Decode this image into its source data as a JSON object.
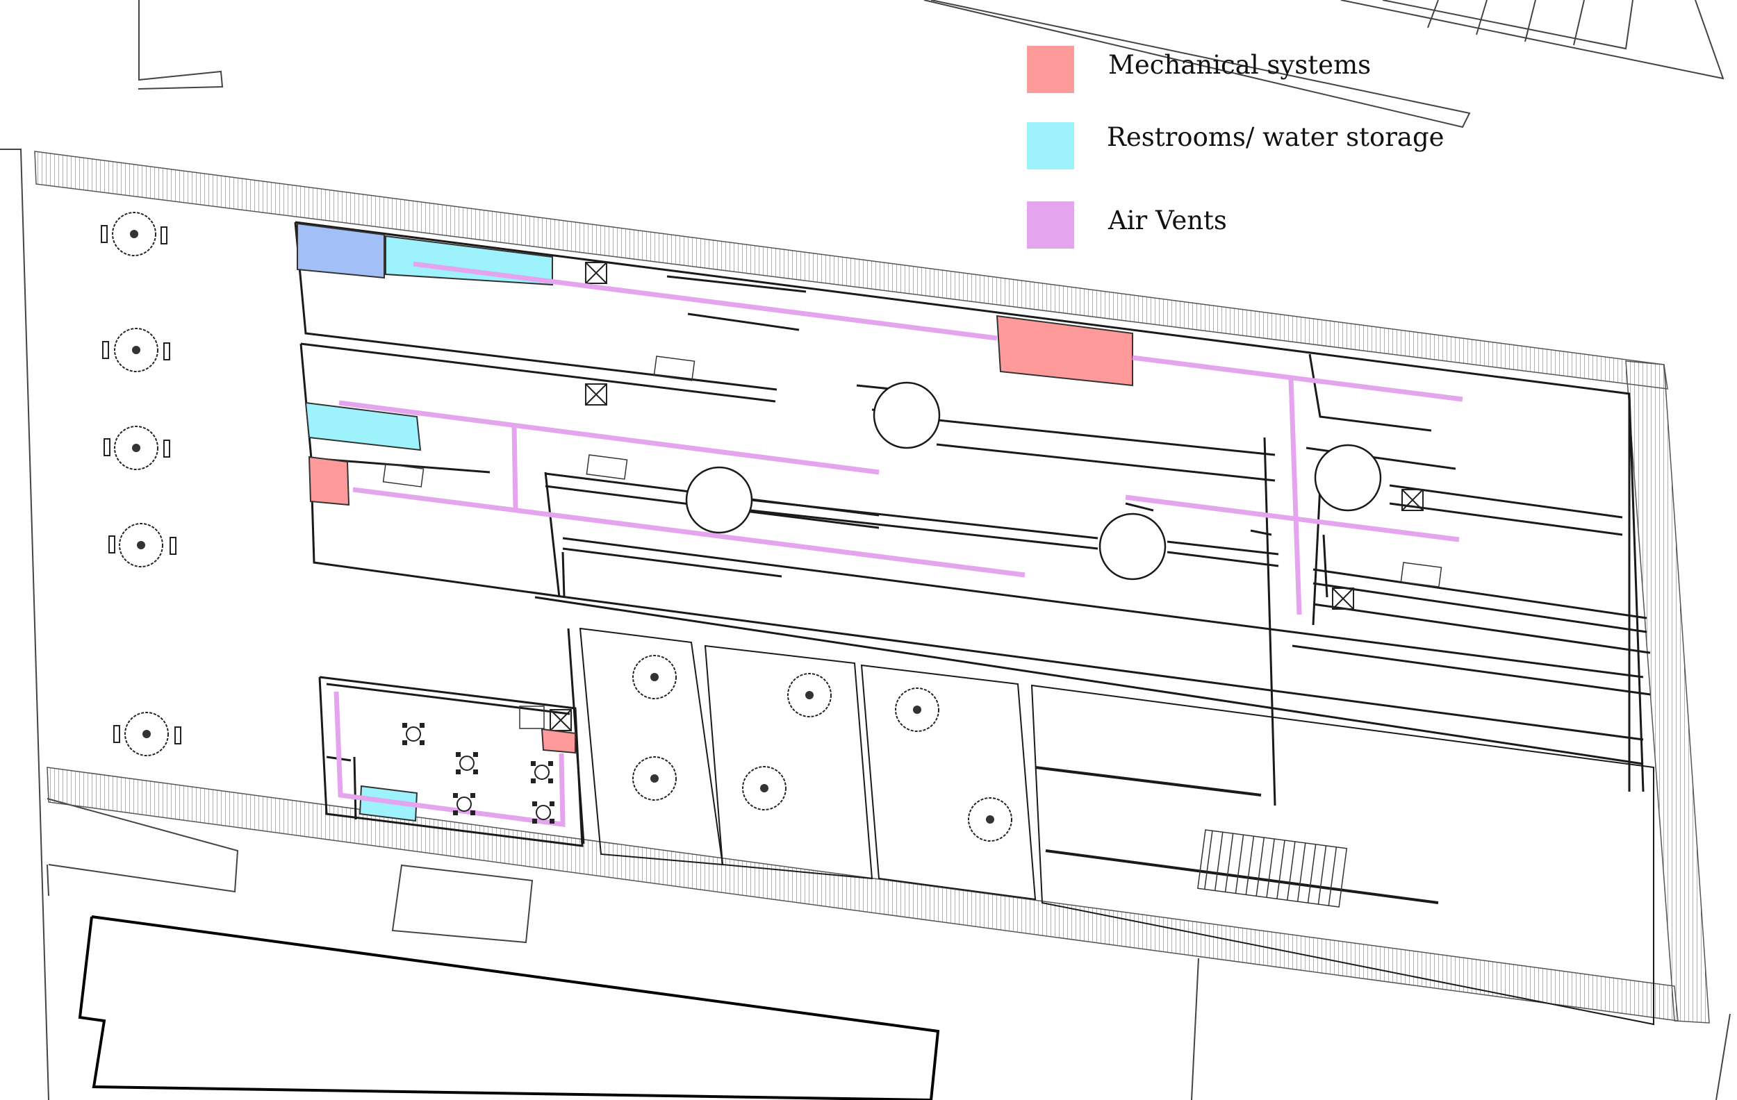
{
  "legend": [
    {
      "label": "Mechanical systems",
      "color": "#FF9A9A"
    },
    {
      "label": "Restrooms/ water storage",
      "color": "#9EF2FB"
    },
    {
      "label": "Air Vents",
      "color": "#E5A4EE"
    }
  ],
  "colors": {
    "mechanical": "#FF9A9A",
    "restroom": "#9EF2FB",
    "vent": "#E5A4EE",
    "storage": "#A3BFF7",
    "line": "#1a1a1a"
  }
}
